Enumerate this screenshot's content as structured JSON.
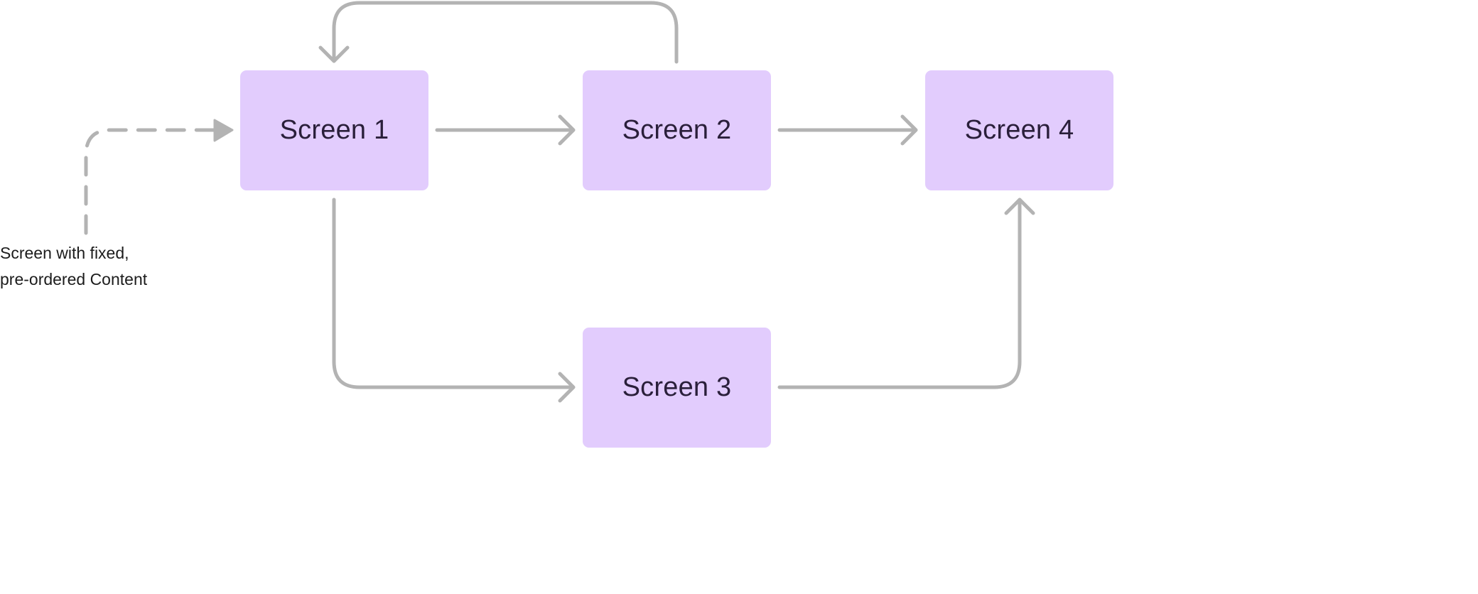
{
  "nodes": {
    "screen_1": "Screen 1",
    "screen_2": "Screen 2",
    "screen_3": "Screen 3",
    "screen_4": "Screen 4"
  },
  "entry_note": {
    "line_1": "Screen with fixed,",
    "line_2": "pre-ordered Content"
  },
  "colors": {
    "node_fill": "#e2ccfd",
    "connector": "#b3b3b3",
    "node_text": "#2a1f3a"
  },
  "connectors": [
    {
      "from": "screen_1",
      "to": "screen_2",
      "style": "solid"
    },
    {
      "from": "screen_2",
      "to": "screen_4",
      "style": "solid"
    },
    {
      "from": "screen_2",
      "to": "screen_1",
      "style": "solid"
    },
    {
      "from": "screen_1",
      "to": "screen_3",
      "style": "solid"
    },
    {
      "from": "screen_3",
      "to": "screen_4",
      "style": "solid"
    },
    {
      "from": "entry",
      "to": "screen_1",
      "style": "dashed"
    }
  ]
}
